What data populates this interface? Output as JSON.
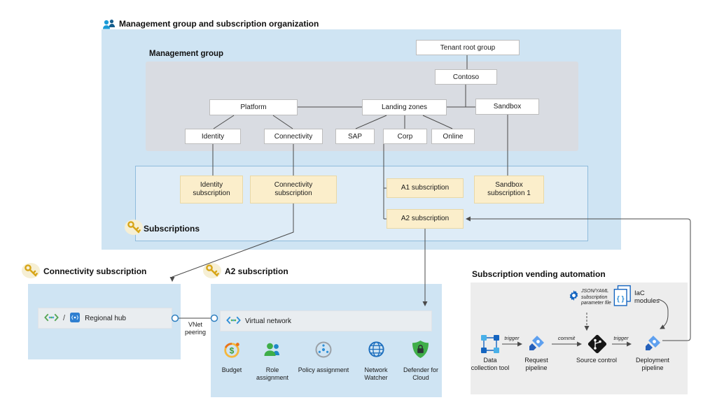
{
  "header": {
    "title": "Management group and subscription organization"
  },
  "management_group": {
    "label": "Management group",
    "nodes": {
      "tenant_root": "Tenant root group",
      "contoso": "Contoso",
      "platform": "Platform",
      "landing_zones": "Landing zones",
      "sandbox": "Sandbox",
      "identity": "Identity",
      "connectivity": "Connectivity",
      "sap": "SAP",
      "corp": "Corp",
      "online": "Online"
    }
  },
  "subscriptions": {
    "label": "Subscriptions",
    "identity": "Identity\nsubscription",
    "connectivity": "Connectivity\nsubscription",
    "a1": "A1 subscription",
    "a2": "A2 subscription",
    "sandbox1": "Sandbox\nsubscription 1"
  },
  "connectivity_section": {
    "title": "Connectivity subscription",
    "regional_hub": "Regional hub",
    "separator": "/",
    "vnet_peering": "VNet\npeering"
  },
  "a2_section": {
    "title": "A2 subscription",
    "virtual_network": "Virtual network",
    "services": [
      "Budget",
      "Role\nassignment",
      "Policy assignment",
      "Network\nWatcher",
      "Defender for\nCloud"
    ]
  },
  "vending": {
    "title": "Subscription vending automation",
    "iac_modules": "IaC\nmodules",
    "parameter_file": "JSON/YAML\nsubscription\nparameter file",
    "steps": [
      "Data\ncollection tool",
      "Request\npipeline",
      "Source control",
      "Deployment\npipeline"
    ],
    "edge_labels": [
      "trigger",
      "commit",
      "trigger"
    ]
  },
  "colors": {
    "region_blue": "#cfe4f3",
    "mg_gray": "#d9dce2",
    "subs_fill": "#deecf7",
    "subs_border": "#8fbcdc",
    "node_fill": "#ffffff",
    "node_border": "#bdbdbd",
    "sub_yellow": "#fbeecb",
    "sub_yellow_border": "#e9d8a6",
    "vending_gray": "#ededed",
    "strip_gray": "#e9edf0",
    "line": "#4a4a4a",
    "accent_blue": "#1b87cd",
    "key_gold": "#d7a517"
  }
}
